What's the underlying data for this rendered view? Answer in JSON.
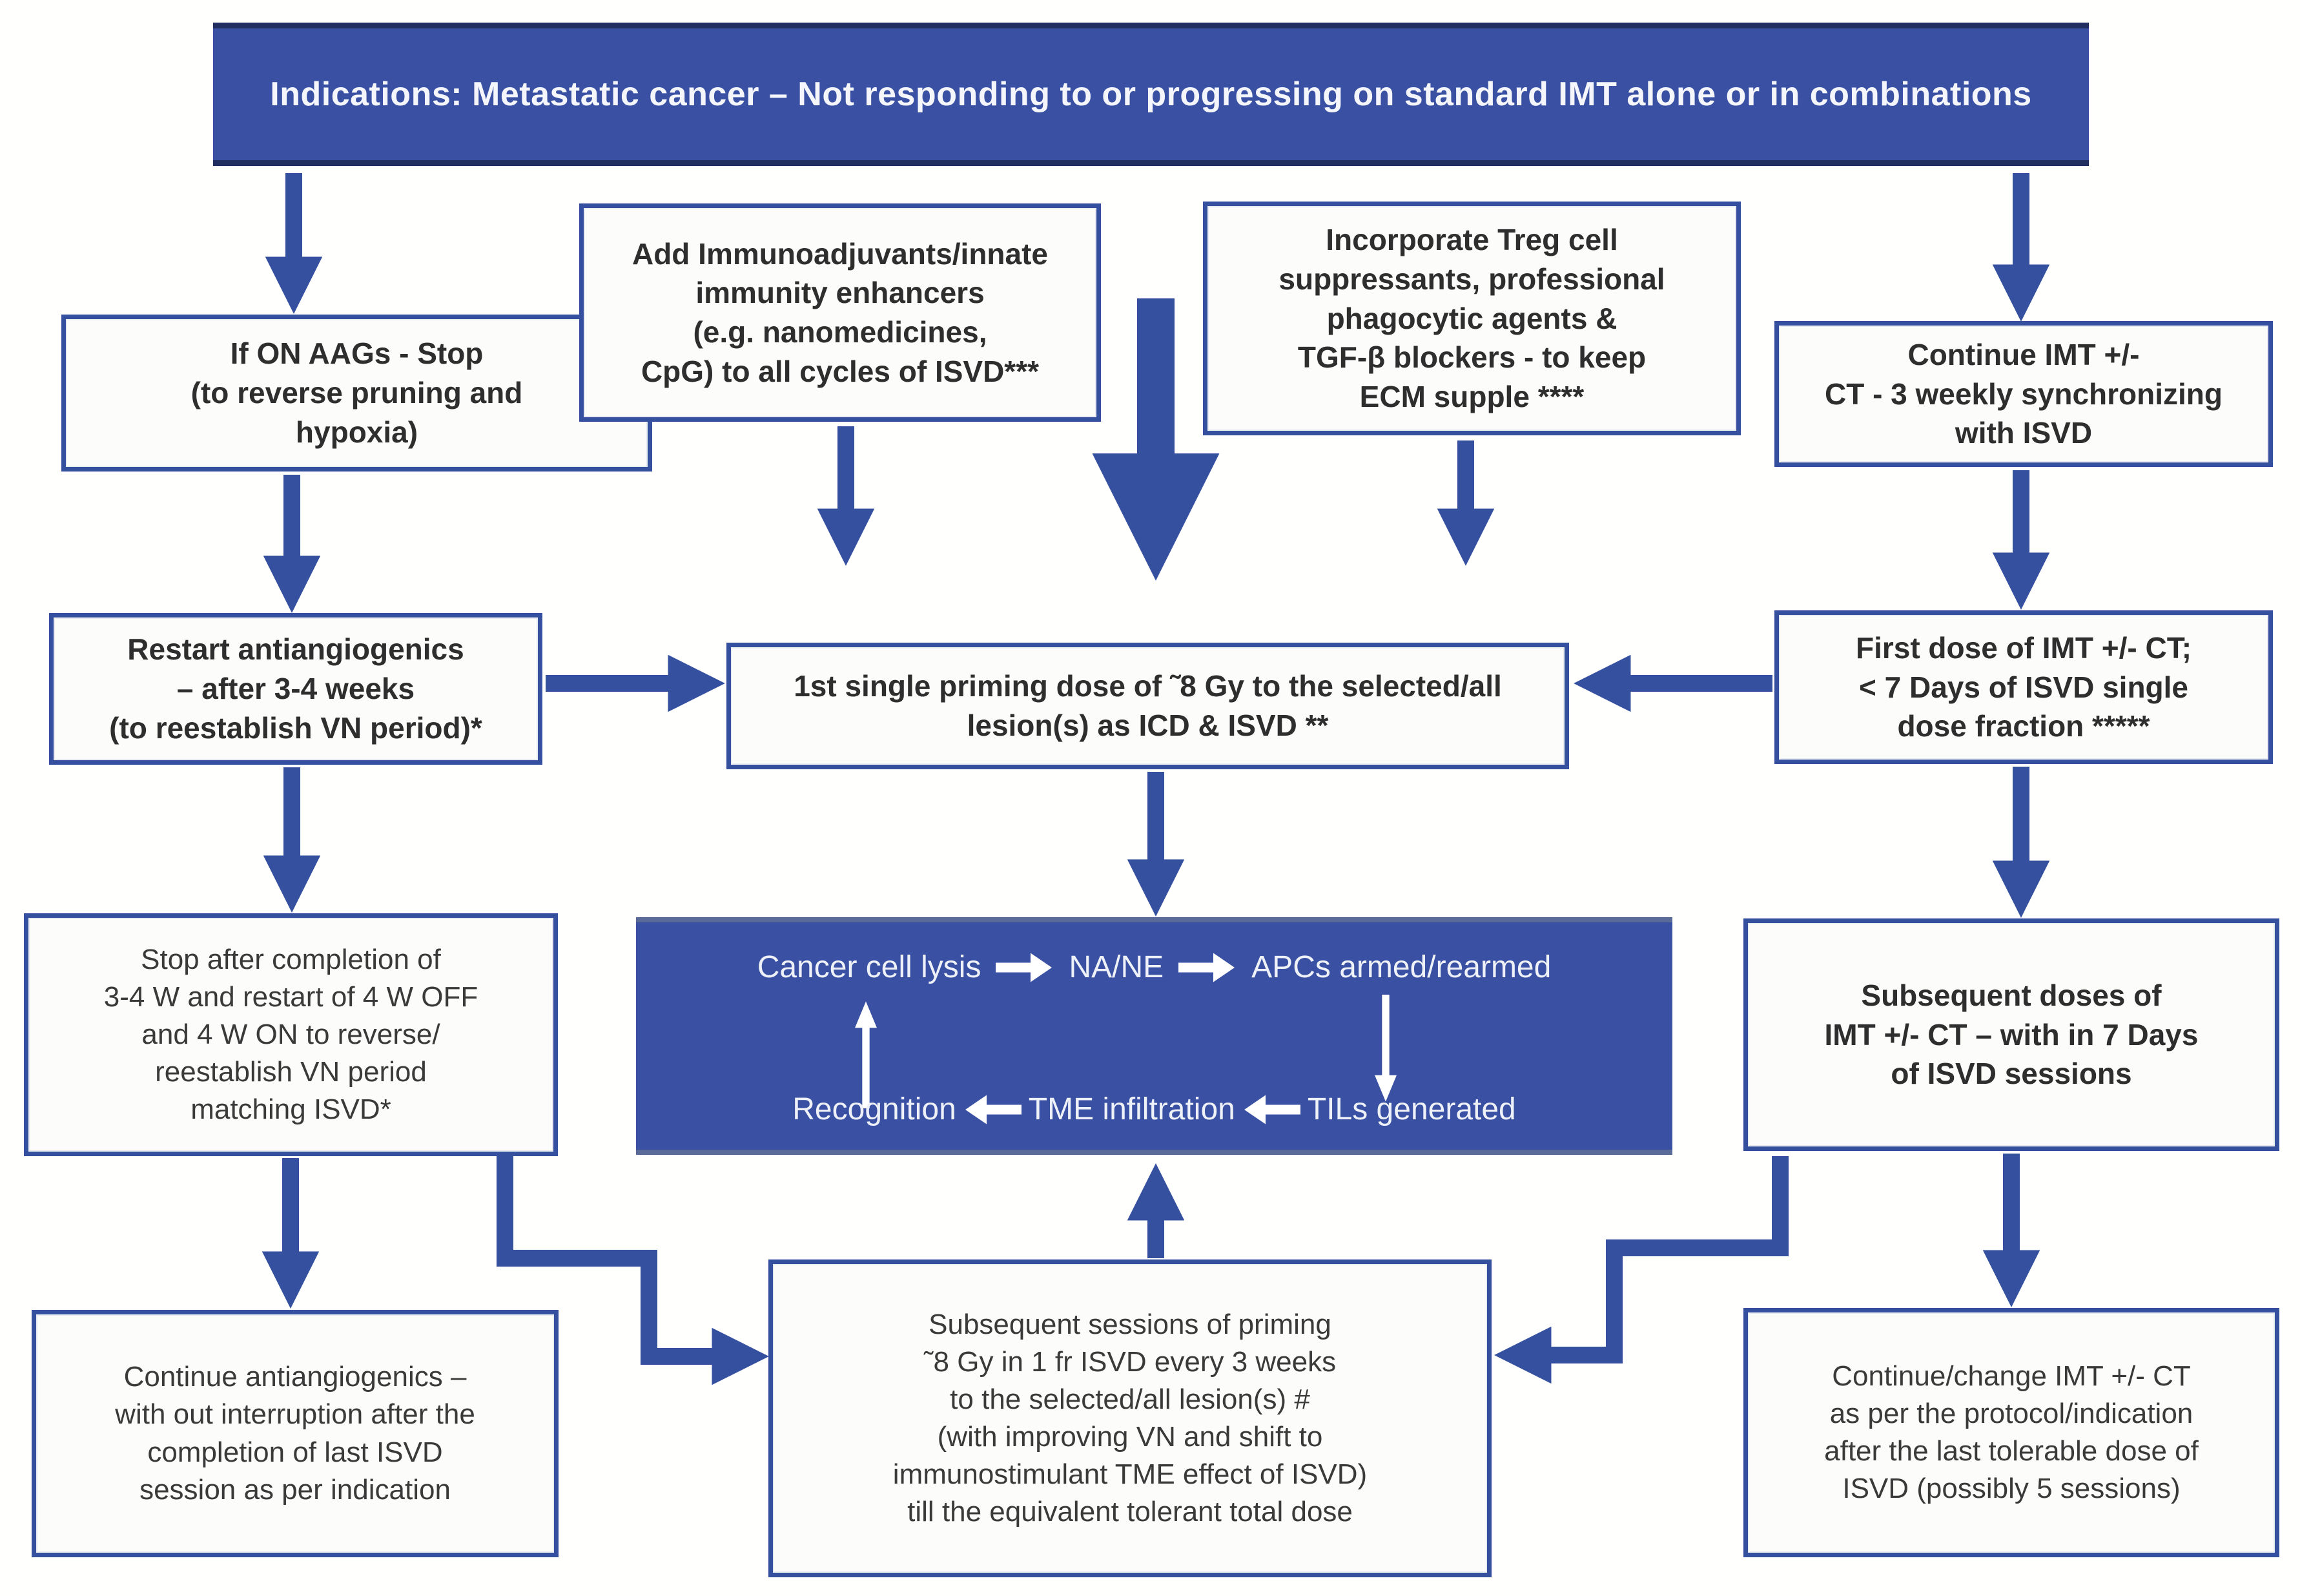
{
  "colors": {
    "primary_blue": "#34509f",
    "banner_bg": "#3a51a3",
    "banner_edge": "#202f60",
    "box_bg": "#fcfcfa",
    "box_text": "#2e2e2e",
    "cycle_bg": "#3a51a3",
    "cycle_text": "#eef1f8"
  },
  "banner": {
    "text": "Indications: Metastatic cancer – Not responding to or progressing on standard IMT alone or in combinations"
  },
  "boxes": {
    "aags_stop": "If ON AAGs - Stop\n(to reverse pruning and\nhypoxia)",
    "immunoadjuvants": "Add Immunoadjuvants/innate\nimmunity enhancers\n(e.g. nanomedicines,\nCpG) to all cycles of ISVD***",
    "treg": "Incorporate Treg cell\nsuppressants, professional\nphagocytic agents &\nTGF-β blockers - to keep\nECM supple ****",
    "continue_imt": "Continue IMT +/-\nCT - 3 weekly synchronizing\nwith ISVD",
    "restart_antiangiogenics": "Restart antiangiogenics\n– after 3-4 weeks\n(to reestablish VN period)*",
    "priming_dose": "1st single priming dose of ˜8 Gy to the selected/all\nlesion(s) as ICD & ISVD **",
    "first_dose_imt": "First dose of IMT +/- CT;\n< 7 Days of ISVD single\ndose fraction *****",
    "stop_after_completion": "Stop after completion of\n3-4 W and restart of 4 W OFF\nand 4 W ON to reverse/\nreestablish VN period\nmatching ISVD*",
    "subsequent_doses": "Subsequent doses of\nIMT +/- CT – with in 7 Days\nof ISVD sessions",
    "continue_antiangiogenics": "Continue antiangiogenics –\nwith out interruption after the\ncompletion of last ISVD\nsession as per indication",
    "subsequent_sessions": "Subsequent sessions of priming\n˜8 Gy in 1 fr ISVD every 3 weeks\nto the selected/all lesion(s) #\n(with improving VN and shift to\nimmunostimulant TME effect of ISVD)\ntill the equivalent tolerant total dose",
    "continue_change": "Continue/change IMT +/- CT\nas per the protocol/indication\nafter the last tolerable dose of\nISVD (possibly 5 sessions)"
  },
  "cycle": {
    "top": [
      "Cancer cell lysis",
      "NA/NE",
      "APCs armed/rearmed"
    ],
    "bottom": [
      "Recognition",
      "TME infiltration",
      "TILs generated"
    ]
  }
}
